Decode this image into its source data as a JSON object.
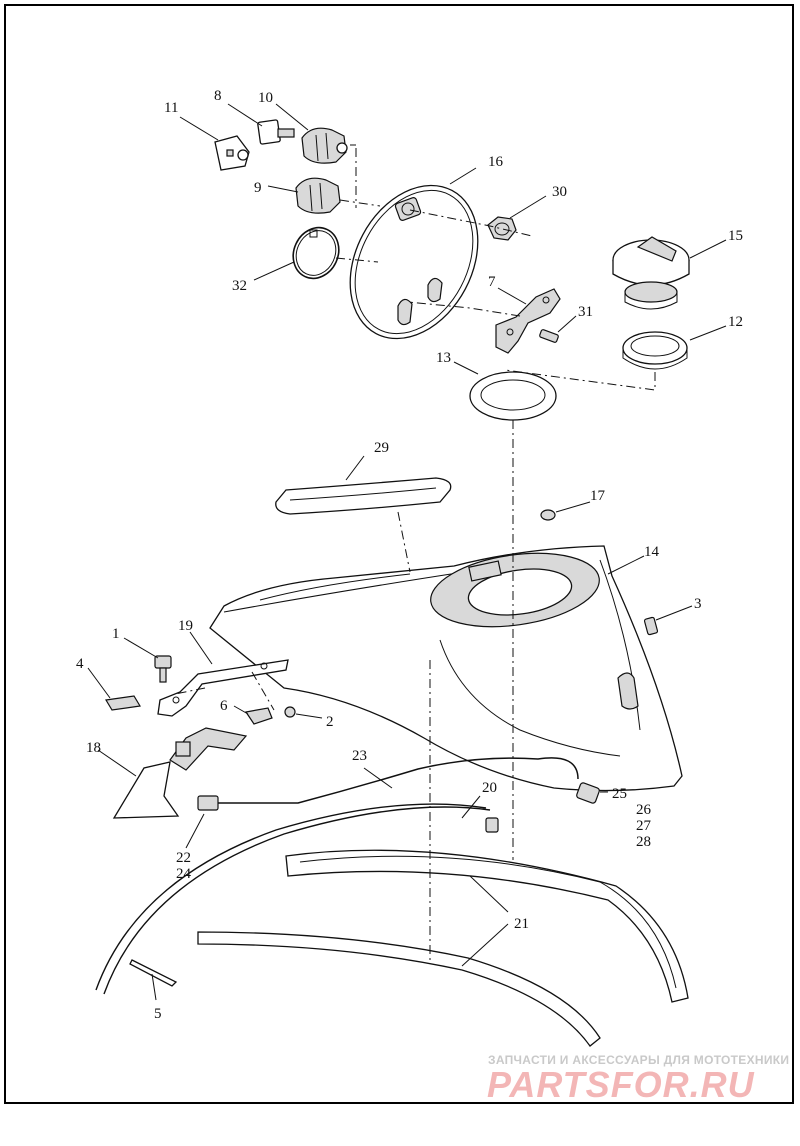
{
  "callouts": {
    "c1": "1",
    "c2": "2",
    "c3": "3",
    "c4": "4",
    "c5": "5",
    "c6": "6",
    "c7": "7",
    "c8": "8",
    "c9": "9",
    "c10": "10",
    "c11": "11",
    "c12": "12",
    "c13": "13",
    "c14": "14",
    "c15": "15",
    "c16": "16",
    "c17": "17",
    "c18": "18",
    "c19": "19",
    "c20": "20",
    "c21": "21",
    "c22": "22",
    "c23": "23",
    "c24": "24",
    "c25": "25",
    "c26": "26",
    "c27": "27",
    "c28": "28",
    "c29": "29",
    "c30": "30",
    "c31": "31",
    "c32": "32"
  },
  "watermark": {
    "tagline": "ЗАПЧАСТИ И АКСЕССУАРЫ ДЛЯ МОТОТЕХНИКИ",
    "logo": "PARTSFOR.RU"
  }
}
